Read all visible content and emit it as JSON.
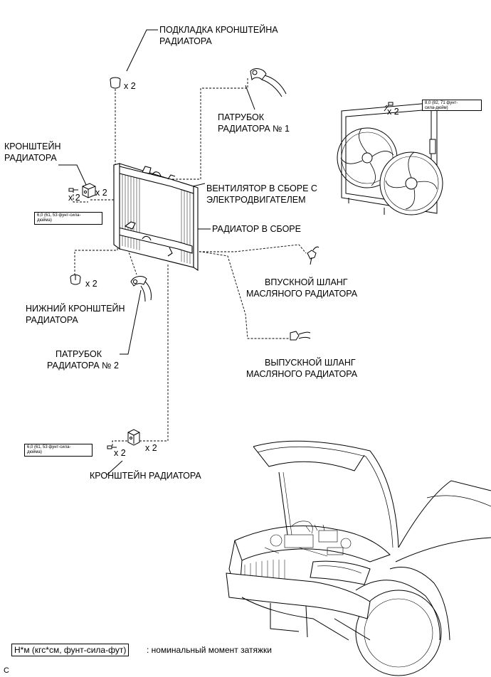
{
  "labels": {
    "radiator_bracket_cushion": [
      "ПОДКЛАДКА КРОНШТЕЙНА",
      "РАДИАТОРА"
    ],
    "radiator_hose_1": [
      "ПАТРУБОК",
      "РАДИАТОРА № 1"
    ],
    "radiator_bracket_upper": [
      "КРОНШТЕЙН",
      "РАДИАТОРА"
    ],
    "fan_motor_assy": [
      "ВЕНТИЛЯТОР В СБОРЕ С",
      "ЭЛЕКТРОДВИГАТЕЛЕМ"
    ],
    "radiator_assy": "РАДИАТОР В СБОРЕ",
    "oil_cooler_inlet_hose": [
      "ВПУСКНОЙ ШЛАНГ",
      "МАСЛЯНОГО РАДИАТОРА"
    ],
    "lower_radiator_bracket": [
      "НИЖНИЙ КРОНШТЕЙН",
      "РАДИАТОРА"
    ],
    "radiator_hose_2": [
      "ПАТРУБОК",
      "РАДИАТОРА № 2"
    ],
    "oil_cooler_outlet_hose": [
      "ВЫПУСКНОЙ ШЛАНГ",
      "МАСЛЯНОГО РАДИАТОРА"
    ],
    "radiator_bracket_lower": "КРОНШТЕЙН РАДИАТОРА"
  },
  "quantities": {
    "cushion": "x 2",
    "upper_bolt": "x 2",
    "upper_bracket": "x 2",
    "fan_bolt": "x 2",
    "lower_bracket": "x 2",
    "bottom_bolt": "x 2",
    "bottom_bracket": "x 2"
  },
  "torques": {
    "upper_bracket": [
      "6,0 (61, 53 фунт-сила-",
      "дюйма)"
    ],
    "fan": [
      "8,0 (82, 71 фунт-",
      "сила-дюйм)"
    ],
    "bottom_bracket": [
      "6,0 (61, 53 фунт-сила-",
      "дюйма)"
    ]
  },
  "legend": {
    "box": "Н*м (кгс*см, фунт-сила-фут)",
    "text": ": номинальный момент затяжки"
  },
  "figure_code": "C"
}
